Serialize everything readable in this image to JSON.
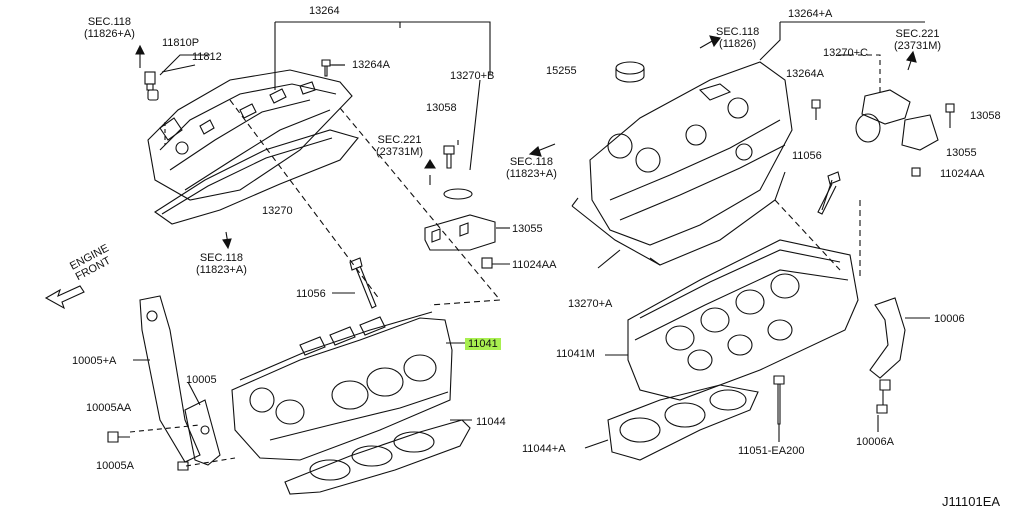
{
  "diagram_code": "J11101EA",
  "orientation": "ENGINE FRONT",
  "highlight_color": "#a8ef50",
  "parts": {
    "p13264": "13264",
    "p13264A_top": "13264+A",
    "p13264A_left": "13264A",
    "p13264A_right": "13264A",
    "p11810P": "11810P",
    "p11812": "11812",
    "p13270B": "13270+B",
    "p13270": "13270",
    "p13270C": "13270+C",
    "p13270A": "13270+A",
    "p13058_left": "13058",
    "p13058_right": "13058",
    "p13055_left": "13055",
    "p13055_right": "13055",
    "p11024AA_left": "11024AA",
    "p11024AA_right": "11024AA",
    "p15255": "15255",
    "p11056_left": "11056",
    "p11056_right": "11056",
    "p11041": "11041",
    "p11041M": "11041M",
    "p11044": "11044",
    "p11044A": "11044+A",
    "p10005A": "10005+A",
    "p10005": "10005",
    "p10005AA": "10005AA",
    "p10005A_bolt": "10005A",
    "p10006": "10006",
    "p10006A": "10006A",
    "p11051": "11051-EA200"
  },
  "sections": {
    "s118_a": [
      "SEC.118",
      "(11826+A)"
    ],
    "s118_b": [
      "SEC.118",
      "(11823+A)"
    ],
    "s221_left": [
      "SEC.221",
      "(23731M)"
    ],
    "s118_c": [
      "SEC.118",
      "(11826)"
    ],
    "s118_d": [
      "SEC.118",
      "(11823+A)"
    ],
    "s221_right": [
      "SEC.221",
      "(23731M)"
    ]
  },
  "front_label": [
    "ENGINE",
    "FRONT"
  ]
}
